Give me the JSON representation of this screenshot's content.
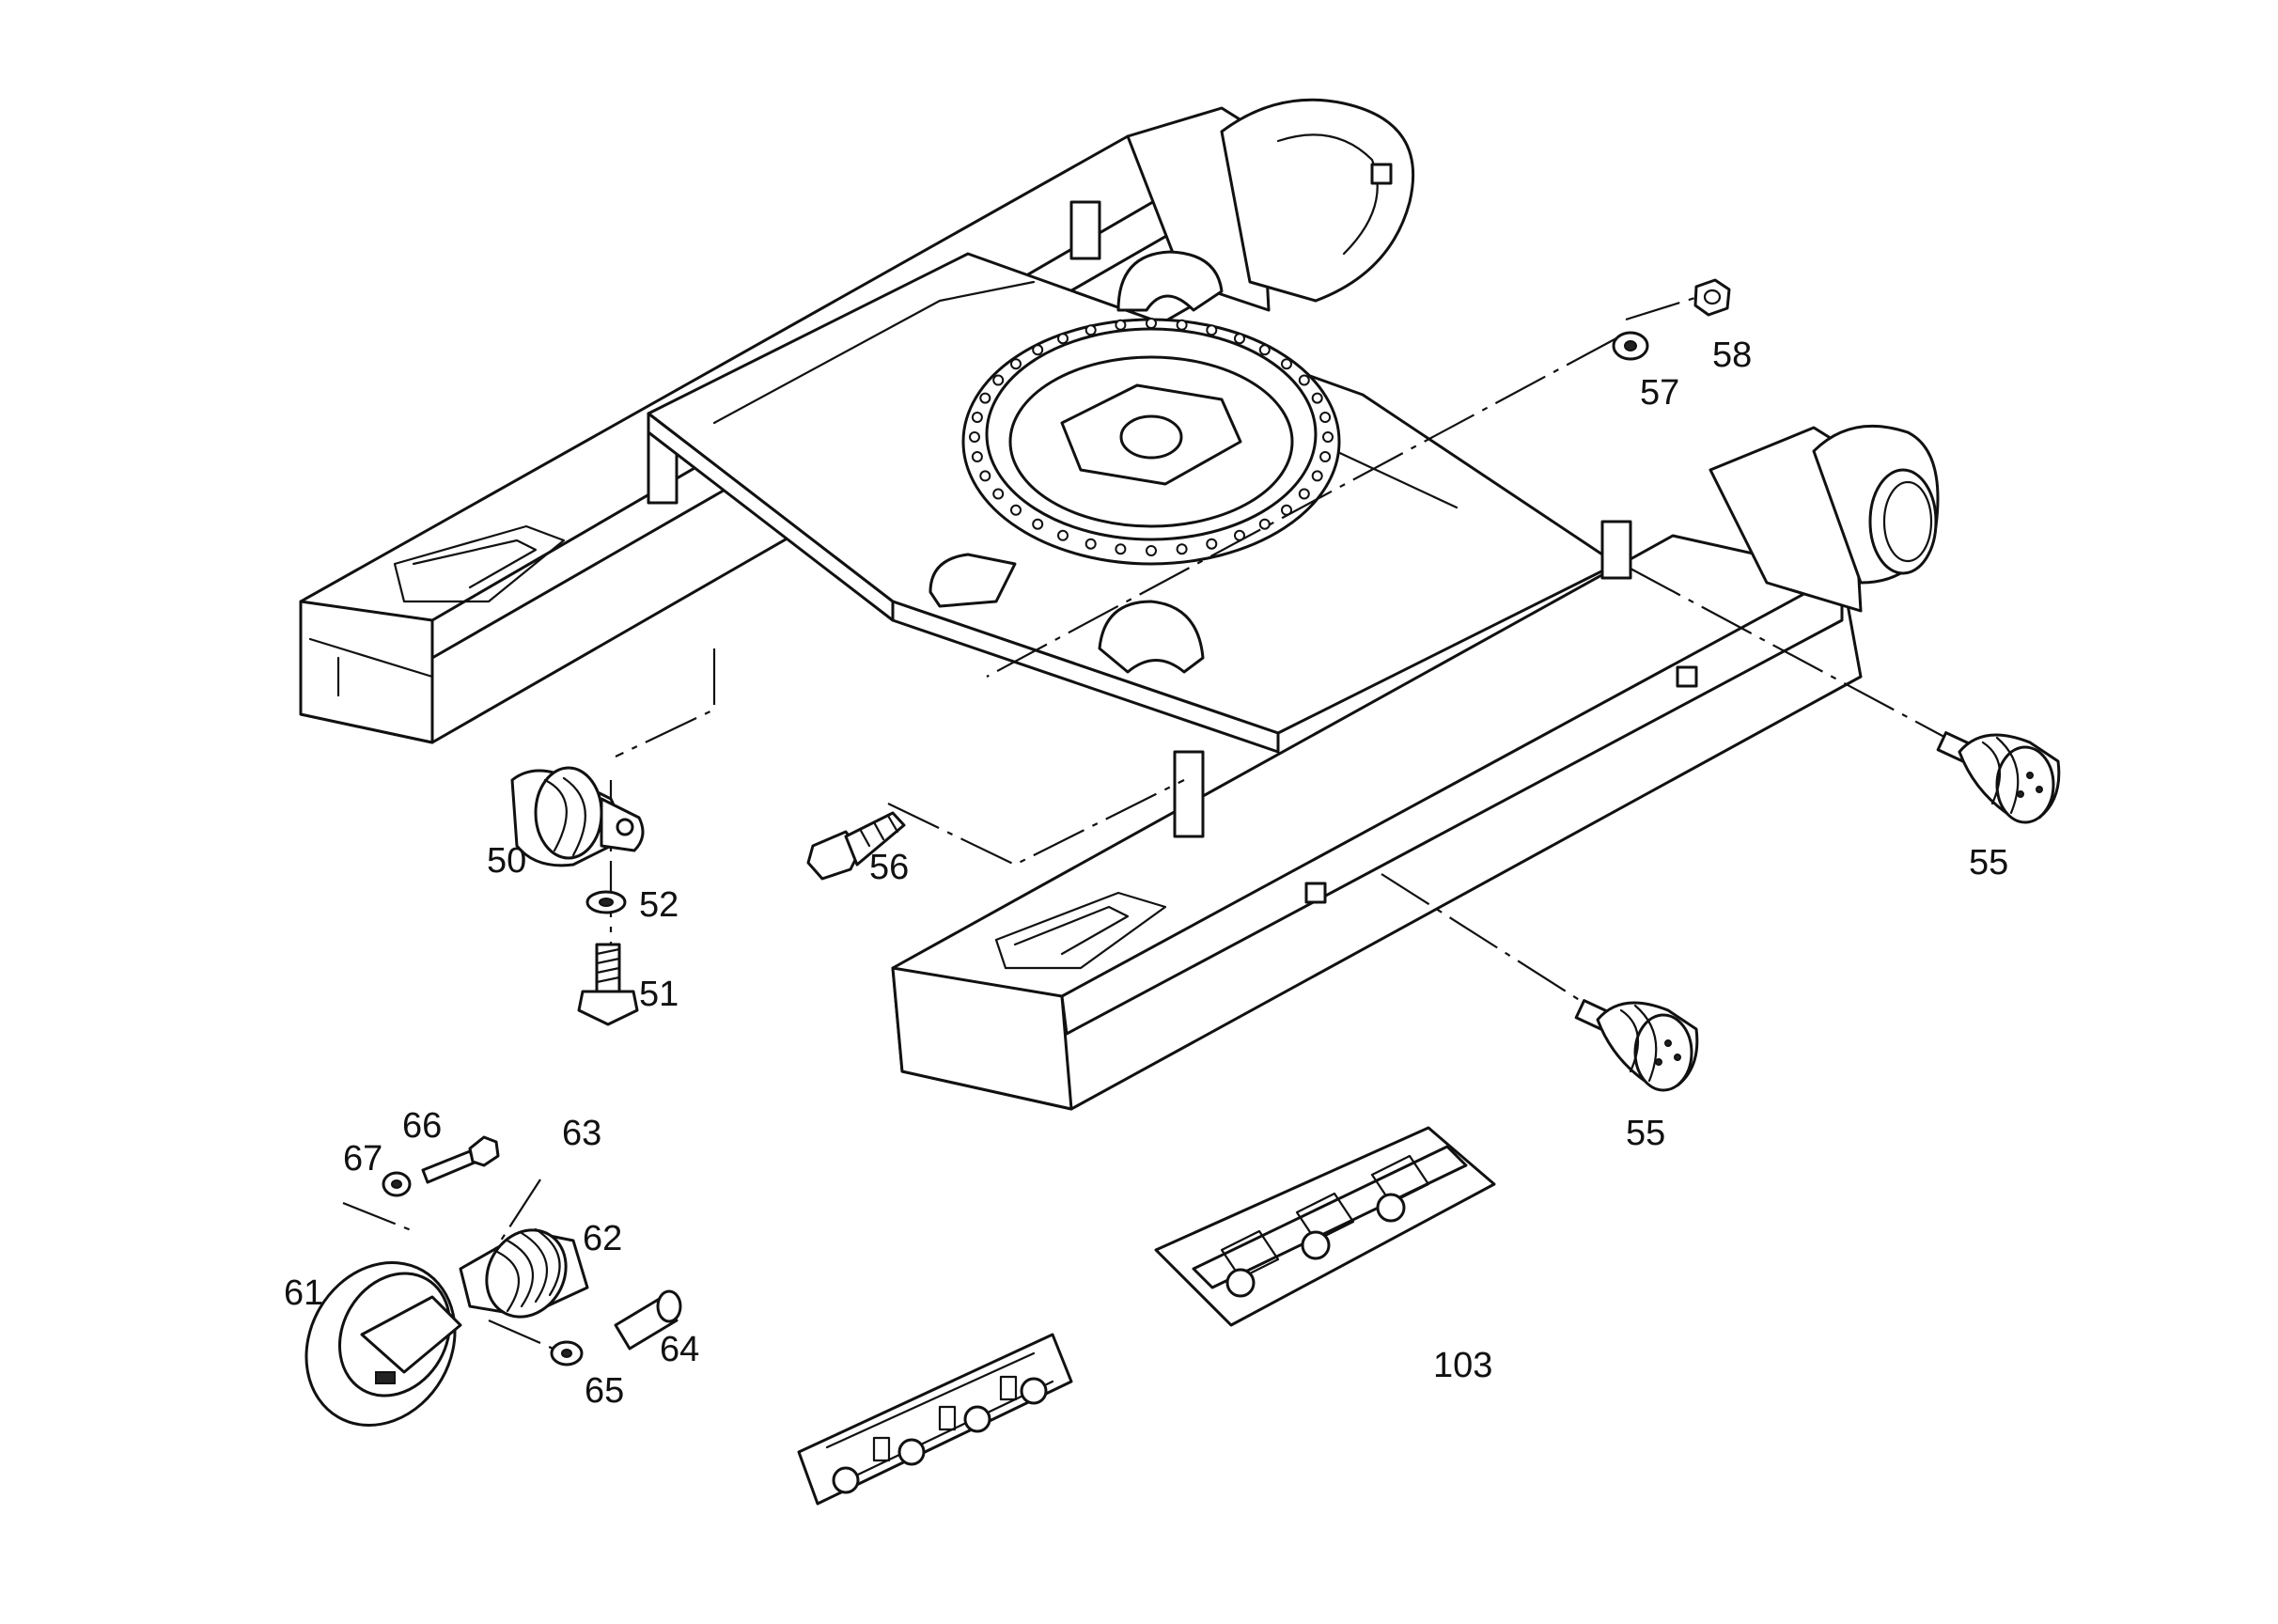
{
  "labels": {
    "n50": "50",
    "n51": "51",
    "n52": "52",
    "n55a": "55",
    "n55b": "55",
    "n56": "56",
    "n57": "57",
    "n58": "58",
    "n61": "61",
    "n62": "62",
    "n63": "63",
    "n64": "64",
    "n65": "65",
    "n66": "66",
    "n67": "67",
    "n103": "103"
  }
}
